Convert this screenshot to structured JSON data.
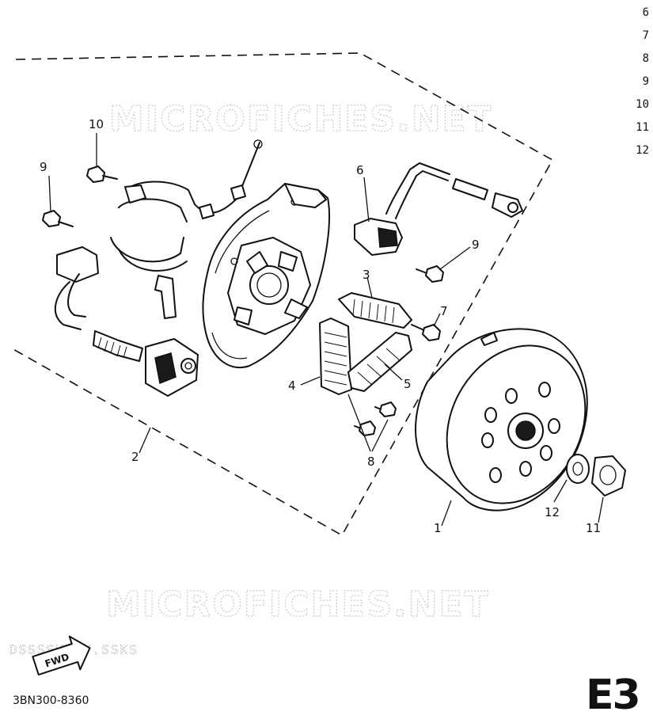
{
  "index_list": [
    "6",
    "7",
    "8",
    "9",
    "10",
    "11",
    "12"
  ],
  "watermark_top": "MICROFICHES.NET",
  "watermark_bottom": "MICROFICHES.NET",
  "watermark_small": "DSSSSUFSV.SSKS",
  "fwd_label": "FWD",
  "callouts": {
    "c1": "1",
    "c2": "2",
    "c3": "3",
    "c4": "4",
    "c5": "5",
    "c6": "6",
    "c7": "7",
    "c8": "8",
    "c9a": "9",
    "c9b": "9",
    "c10": "10",
    "c11": "11",
    "c12": "12"
  },
  "part_code": "3BN300-8360",
  "page_label": "E3"
}
